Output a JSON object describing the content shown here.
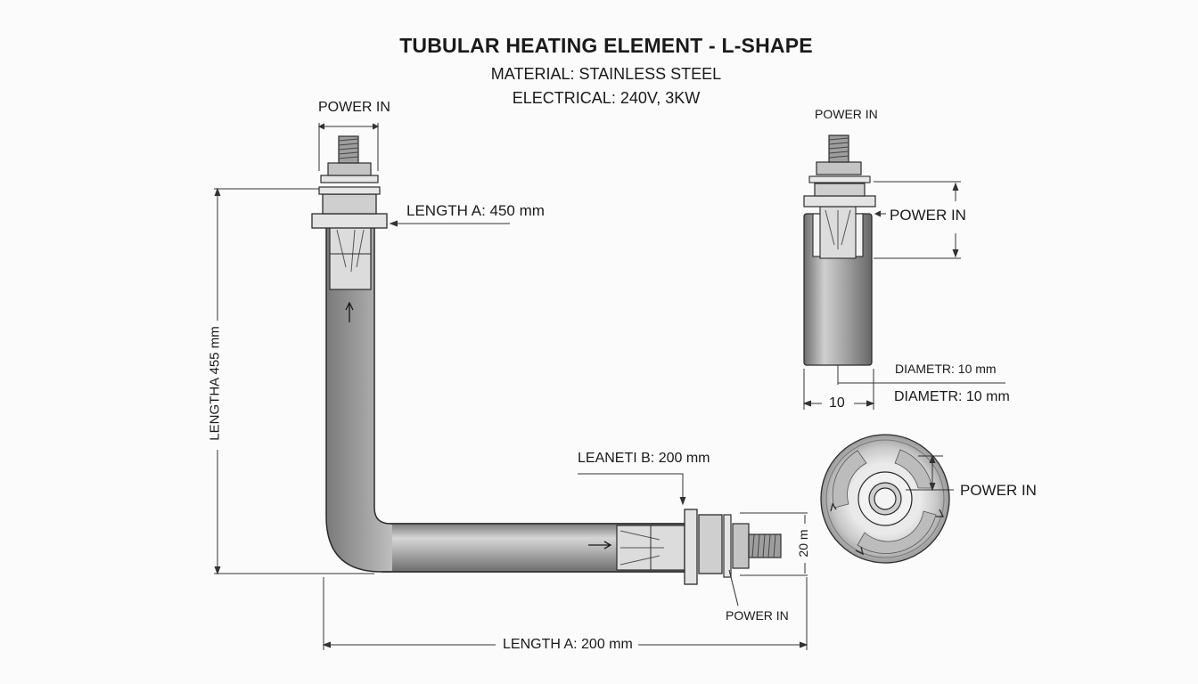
{
  "header": {
    "title": "TUBULAR HEATING ELEMENT - L-SHAPE",
    "material": "MATERIAL: STAINLESS STEEL",
    "electrical": "ELECTRICAL: 240V, 3KW"
  },
  "labels": {
    "power_in_top": "POWER IN",
    "length_a_top": "LENGTH A: 450 mm",
    "length_vertical": "LENGTHA 455 mm",
    "length_b": "LEANETI B: 200 mm",
    "dim_20": "20 m",
    "power_in_bottom": "POWER IN",
    "length_a_bottom": "LENGTH A: 200 mm",
    "power_in_side_top": "POWER IN",
    "power_in_side_right": "POWER IN",
    "diameter_1": "DIAMETR: 10 mm",
    "diameter_2": "DIAMETR: 10 mm",
    "dim_10": "10",
    "power_in_end": "POWER IN"
  },
  "colors": {
    "steel_light": "#e4e4e4",
    "steel_mid": "#a9a9a9",
    "steel_dark": "#6f6f6f",
    "line": "#2b2b2b"
  }
}
